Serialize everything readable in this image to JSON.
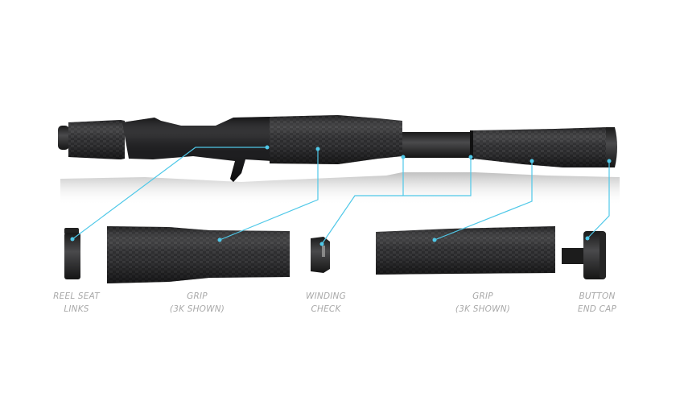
{
  "diagram": {
    "subject": "Fishing rod handle assembly",
    "accent_color": "#4fc8e8",
    "parts": [
      {
        "id": "reel-seat-links",
        "line1": "REEL SEAT",
        "line2": "LINKS"
      },
      {
        "id": "grip-front",
        "line1": "GRIP",
        "line2": "(3K SHOWN)"
      },
      {
        "id": "winding-check",
        "line1": "WINDING",
        "line2": "CHECK"
      },
      {
        "id": "grip-rear",
        "line1": "GRIP",
        "line2": "(3K SHOWN)"
      },
      {
        "id": "button-end-cap",
        "line1": "BUTTON",
        "line2": "END CAP"
      }
    ]
  }
}
